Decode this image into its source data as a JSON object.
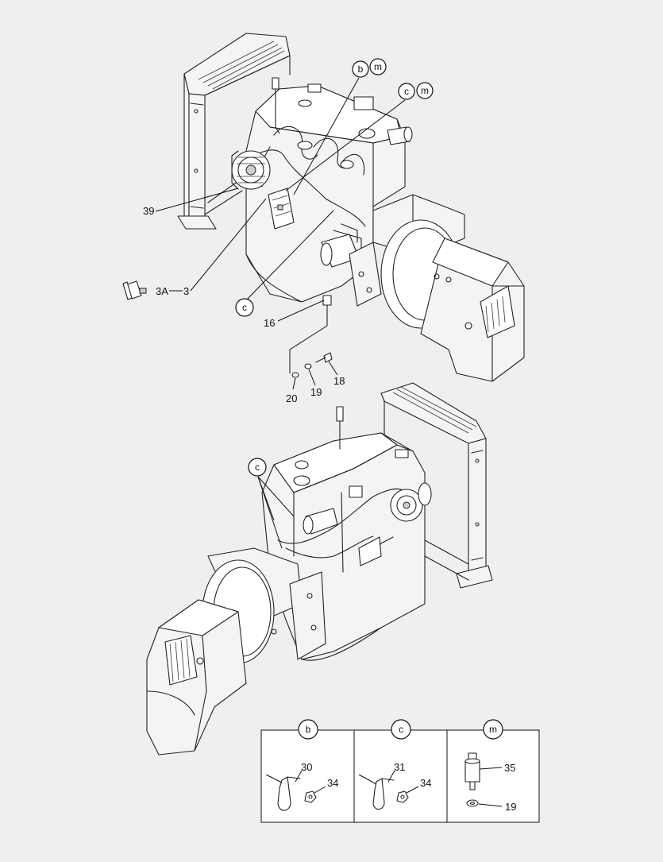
{
  "diagram": {
    "callouts": {
      "b_top": "b",
      "m_top1": "m",
      "c_top": "c",
      "m_top2": "m",
      "c_left": "c",
      "c_bottom": "c"
    },
    "part_labels": {
      "p39": "39",
      "p3a": "3A",
      "p3": "3",
      "p16": "16",
      "p20": "20",
      "p19": "19",
      "p18": "18"
    },
    "legend": {
      "col_b": {
        "header": "b",
        "part1": "30",
        "part2": "34"
      },
      "col_c": {
        "header": "c",
        "part1": "31",
        "part2": "34"
      },
      "col_m": {
        "header": "m",
        "part1": "35",
        "part2": "19"
      }
    }
  }
}
